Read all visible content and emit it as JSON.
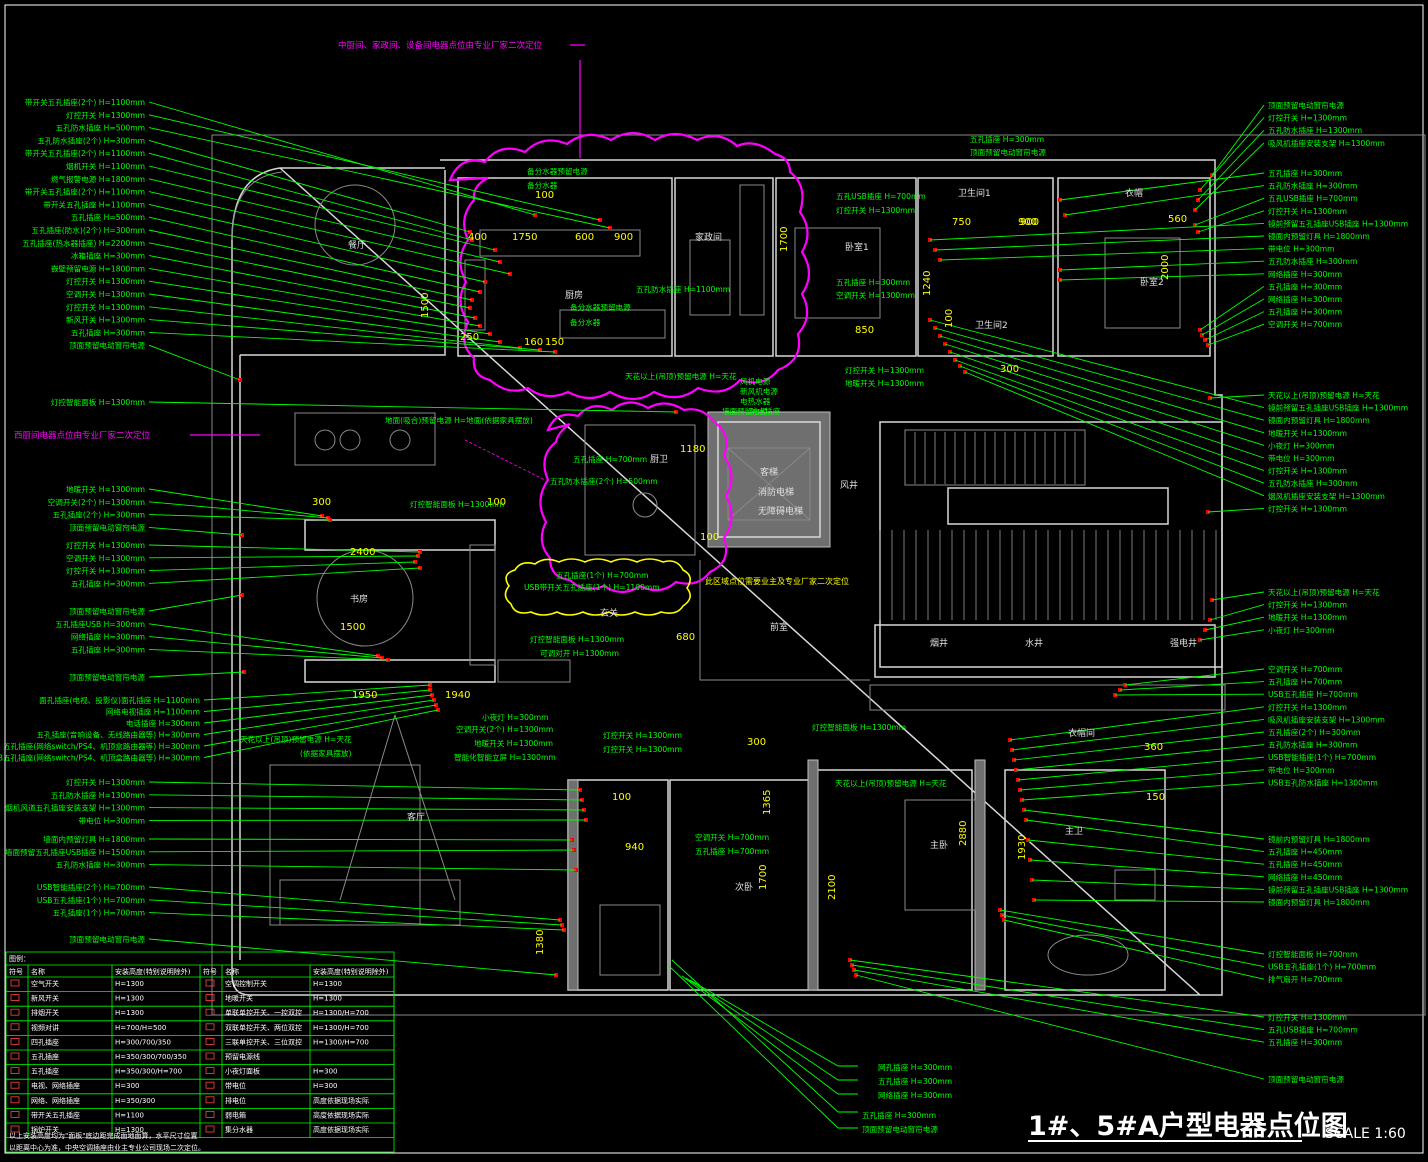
{
  "title": {
    "main": "1#、5#A户型电器点位图",
    "scale": "SCALE   1:60"
  },
  "notes": {
    "top": "中厨间、家政间、设备间电器点位由专业厂家二次定位",
    "left": "西厨间电器点位由专业厂家二次定位",
    "center": "此区域点位需要业主及专业厂家二次定位"
  },
  "colors": {
    "background": "#000000",
    "annotation": "#00ff00",
    "revision": "#ff00ff",
    "dimension": "#ffff00",
    "device": "#ff0000"
  },
  "rooms": [
    {
      "id": "dining",
      "text": "餐厅"
    },
    {
      "id": "kitchen",
      "text": "厨房"
    },
    {
      "id": "housekeeping",
      "text": "家政间"
    },
    {
      "id": "bedroom1",
      "text": "卧室1"
    },
    {
      "id": "bath1",
      "text": "卫生间1"
    },
    {
      "id": "bath2",
      "text": "卫生间2"
    },
    {
      "id": "bedroom2",
      "text": "卧室2"
    },
    {
      "id": "closet",
      "text": "衣帽"
    },
    {
      "id": "study",
      "text": "书房"
    },
    {
      "id": "entry",
      "text": "玄关"
    },
    {
      "id": "foyer",
      "text": "前室"
    },
    {
      "id": "living",
      "text": "客厅"
    },
    {
      "id": "secondbed",
      "text": "次卧"
    },
    {
      "id": "master",
      "text": "主卧"
    },
    {
      "id": "masterbath",
      "text": "主卫"
    },
    {
      "id": "closet2",
      "text": "衣帽间"
    },
    {
      "id": "shaft",
      "text": "风井"
    },
    {
      "id": "elevator",
      "text": "客梯"
    },
    {
      "id": "elevator2",
      "text": "消防电梯"
    },
    {
      "id": "elevator3",
      "text": "无障碍电梯"
    },
    {
      "id": "shaft2",
      "text": "烟井"
    },
    {
      "id": "shaft3",
      "text": "水井"
    },
    {
      "id": "shaft4",
      "text": "强电井"
    },
    {
      "id": "wc",
      "text": "厨卫"
    }
  ],
  "dimensions": [
    "1750",
    "600",
    "900",
    "400",
    "1500",
    "100",
    "850",
    "750",
    "900",
    "300",
    "2400",
    "1500",
    "1950",
    "1940",
    "300",
    "100",
    "160",
    "150",
    "560",
    "1700",
    "1240",
    "900",
    "100",
    "2000",
    "680",
    "1180",
    "940",
    "1365",
    "2100",
    "1700",
    "2880",
    "1930",
    "1380",
    "100",
    "300",
    "360",
    "150",
    "100",
    "250"
  ],
  "labels_left": [
    "带开关五孔插座(2个)  H=1100mm",
    "灯控开关  H=1300mm",
    "五孔防水插座  H=500mm",
    "五孔防水插座(2个)  H=300mm",
    "带开关五孔插座(2个)  H=1100mm",
    "烟机开关  H=1100mm",
    "燃气报警电源  H=1800mm",
    "带开关五孔插座(2个)  H=1100mm",
    "带开关五孔插座  H=1100mm",
    "五孔插座  H=500mm",
    "五孔插座(防水)(2个)  H=300mm",
    "五孔插座(热水器插座)  H=2200mm",
    "冰箱插座  H=300mm",
    "嵌壁预留电源  H=1800mm",
    "灯控开关  H=1300mm",
    "空调开关  H=1300mm",
    "灯控开关  H=1300mm",
    "新风开关  H=1300mm",
    "五孔插座  H=300mm",
    "顶面预留电动窗帘电源",
    "灯控智能面板  H=1300mm",
    "地暖开关  H=1300mm",
    "空调开关(2个)  H=1300mm",
    "五孔插座(2个)  H=300mm",
    "顶面预留电动窗帘电源",
    "灯控开关  H=1300mm",
    "空调开关  H=1300mm",
    "灯控开关  H=1300mm",
    "五孔插座  H=300mm",
    "顶面预留电动窗帘电源",
    "五孔插座USB  H=300mm",
    "网络插座  H=300mm",
    "五孔插座  H=300mm",
    "顶面预留电动窗帘电源",
    "面孔插座(电视、投影仪)面孔插座  H=1100mm",
    "网络电视插座  H=1100mm",
    "电话插座  H=300mm",
    "五孔插座(音响设备、无线路由器等)  H=300mm",
    "五孔插座(网络switch/PS4、机顶盒路由器等)  H=300mm",
    "USB五孔插座(网络switch/PS4、机顶盒路由器等)  H=300mm",
    "灯控开关  H=1300mm",
    "五孔防水插座  H=1300mm",
    "烟机风道五孔插座安装支架  H=1300mm",
    "带电位  H=300mm",
    "墙面内预留灯具  H=1800mm",
    "墙面预留五孔插座USB插座  H=1500mm",
    "五孔防水插座  H=300mm",
    "USB智能插座(2个)  H=700mm",
    "USB五孔插座(1个)  H=700mm",
    "五孔插座(1个)  H=700mm",
    "顶面预留电动窗帘电源"
  ],
  "labels_right": [
    "顶面预留电动窗帘电源",
    "灯控开关  H=1300mm",
    "五孔防水插座  H=1300mm",
    "吸风机插座安装支架  H=1300mm",
    "五孔插座  H=300mm",
    "五孔防水插座  H=300mm",
    "五孔USB插座  H=700mm",
    "灯控开关  H=1300mm",
    "镜前预留五孔插座USB插座  H=1300mm",
    "镜面内预留灯具  H=1800mm",
    "带电位  H=300mm",
    "五孔防水插座  H=300mm",
    "网络插座  H=300mm",
    "五孔插座  H=300mm",
    "网络插座  H=300mm",
    "五孔插座  H=300mm",
    "空调开关  H=700mm",
    "天花以上(吊顶)预留电源  H=天花",
    "镜前预留五孔插座USB插座  H=1300mm",
    "镜面内预留灯具  H=1800mm",
    "地暖开关  H=1300mm",
    "小夜灯  H=300mm",
    "带电位  H=300mm",
    "灯控开关  H=1300mm",
    "五孔防水插座  H=300mm",
    "烟风机插座安装支架  H=1300mm",
    "灯控开关  H=1300mm",
    "天花以上(吊顶)预留电源  H=天花",
    "灯控开关  H=1300mm",
    "地暖开关  H=1300mm",
    "小夜灯  H=300mm",
    "空调开关  H=700mm",
    "五孔插座  H=700mm",
    "USB五孔插座  H=700mm",
    "灯控开关  H=1300mm",
    "吸风机插座安装支架  H=1300mm",
    "五孔插座(2个)  H=300mm",
    "五孔防水插座  H=300mm",
    "USB智能插座(1个)  H=700mm",
    "带电位  H=300mm",
    "USB五孔防水插座  H=1300mm",
    "镜前内预留灯具  H=1800mm",
    "五孔插座  H=450mm",
    "五孔插座  H=450mm",
    "网络插座  H=450mm",
    "镜前预留五孔插座USB插座  H=1300mm",
    "镜面内预留灯具  H=1800mm",
    "灯控智能面板  H=700mm",
    "USB五孔插座(1个)  H=700mm",
    "排气扇开  H=700mm",
    "灯控开关  H=1300mm",
    "五孔USB插座  H=700mm",
    "五孔插座  H=300mm",
    "顶面预留电动窗帘电源"
  ],
  "labels_center": [
    "五孔插座  H=300mm",
    "顶面预留电动窗帘电源",
    "备分水器预留电源",
    "备分水器",
    "五孔USB插座  H=700mm",
    "灯控开关  H=1300mm",
    "五孔插座  H=300mm",
    "空调开关  H=1300mm",
    "五孔防水插座  H=1100mm",
    "备分水器预留电源",
    "备分水器",
    "天花以上(吊顶)预留电源  H=天花",
    "风机电源",
    "新风机电源",
    "电热水器",
    "防水插座",
    "墙面预留电源",
    "灯控开关  H=1300mm",
    "地暖开关  H=1300mm",
    "地面(吸合)预留电源  H=地面(依据家具摆放)",
    "五孔插座  H=700mm",
    "五孔防水插座(2个)  H=500mm",
    "五孔插座(1个)  H=700mm",
    "USB带开关五孔插座(1个)  H=1100mm",
    "灯控智能面板  H=1300mm",
    "可调对开  H=1300mm",
    "灯控智能面板  H=1300mm",
    "灯控开关  H=1300mm",
    "灯控开关  H=1300mm",
    "天花以上(吊顶)预留电源  H=天花",
    "(依据家具摆放)",
    "小夜灯  H=300mm",
    "空调开关(2个)  H=1300mm",
    "地暖开关  H=1300mm",
    "智能化智能立屏  H=1300mm",
    "天花以上(吊顶)预留电源  H=天花",
    "空调开关  H=700mm",
    "五孔插座  H=700mm",
    "网孔插座  H=300mm",
    "五孔插座  H=300mm",
    "网络插座  H=300mm",
    "五孔插座  H=300mm",
    "顶面预留电动窗帘电源",
    "灯控智能面板  H=1300mm"
  ],
  "legend": {
    "title": "图例：",
    "headers": [
      "符号",
      "名称",
      "安装高度(特别说明除外)",
      "符号",
      "名称",
      "安装高度(特别说明除外)"
    ],
    "rows": [
      [
        "空气开关",
        "H=1300",
        "空调控制开关",
        "H=1300"
      ],
      [
        "新风开关",
        "H=1300",
        "地暖开关",
        "H=1300"
      ],
      [
        "排烟开关",
        "H=1300",
        "单联单控开关、一控双控",
        "H=1300/H=700"
      ],
      [
        "视频对讲",
        "H=700/H=500",
        "双联单控开关、两位双控",
        "H=1300/H=700"
      ],
      [
        "四孔插座",
        "H=300/700/350",
        "三联单控开关、三位双控",
        "H=1300/H=700"
      ],
      [
        "五孔插座",
        "H=350/300/700/350",
        "预留电源线",
        ""
      ],
      [
        "五孔插座",
        "H=350/300/H=700",
        "小夜灯面板",
        "H=300"
      ],
      [
        "电视、网络插座",
        "H=300",
        "带电位",
        "H=300"
      ],
      [
        "网络、网络插座",
        "H=350/300",
        "排电位",
        "高度依据现场实际"
      ],
      [
        "带开关五孔插座",
        "H=1100",
        "弱电箱",
        "高度依据现场实际"
      ],
      [
        "锅炉开关",
        "H=1300",
        "集分水器",
        "高度依据现场实际"
      ]
    ],
    "note1": "以上安装高度均为\"面板\"底边距完成面地面算，水平尺寸位置",
    "note2": "以距离中心为准，中央空调插座由业主专业公司现场二次定位。"
  }
}
